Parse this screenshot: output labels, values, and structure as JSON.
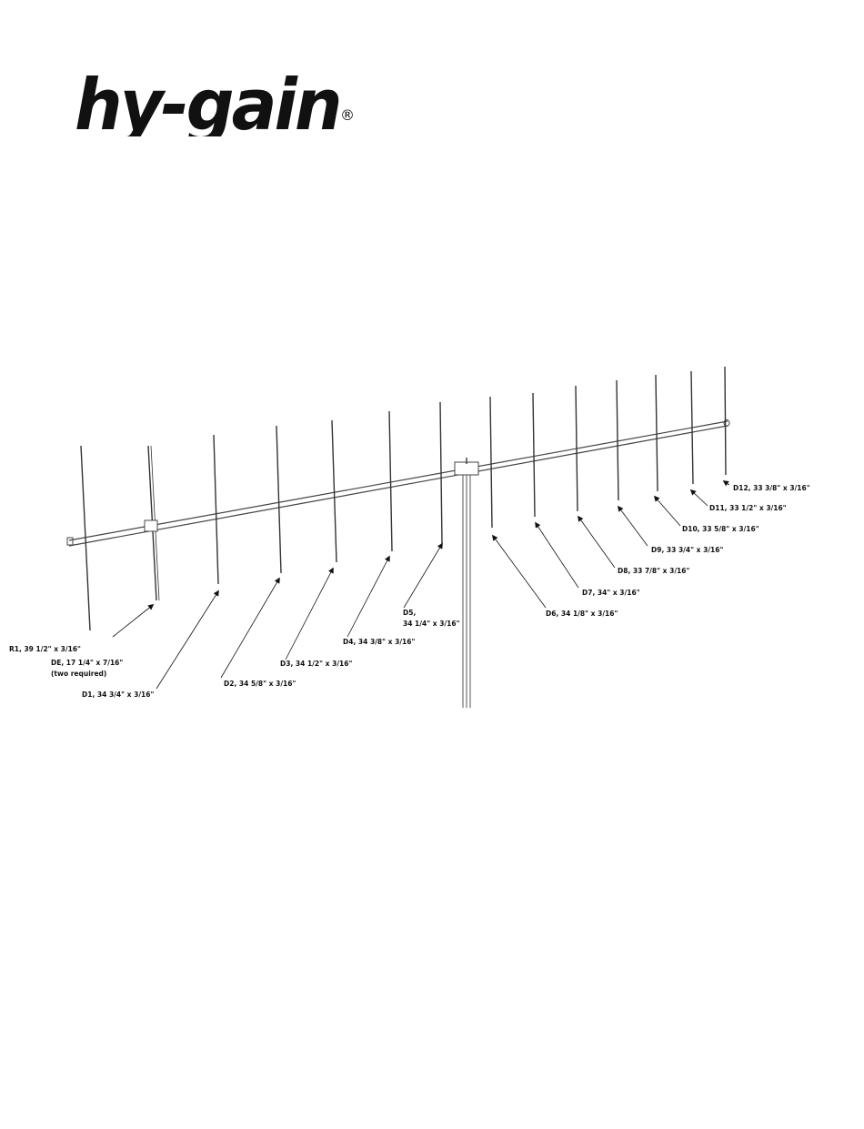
{
  "logo": {
    "text": "hy-gain",
    "registered": "®"
  },
  "diagram": {
    "labels": {
      "r1": "R1, 39 1/2\" x 3/16\"",
      "de": "DE, 17 1/4\" x 7/16\"",
      "de_note": "(two required)",
      "d1": "D1, 34 3/4\" x 3/16\"",
      "d2": "D2, 34 5/8\" x 3/16\"",
      "d3": "D3, 34 1/2\" x 3/16\"",
      "d4": "D4, 34 3/8\" x 3/16\"",
      "d5a": "D5,",
      "d5b": "34 1/4\" x 3/16\"",
      "d6": "D6, 34 1/8\" x 3/16\"",
      "d7": "D7, 34\" x 3/16\"",
      "d8": "D8, 33 7/8\" x 3/16\"",
      "d9": "D9, 33 3/4\" x 3/16\"",
      "d10": "D10, 33 5/8\" x 3/16\"",
      "d11": "D11, 33 1/2\" x 3/16\"",
      "d12": "D12, 33 3/8\" x 3/16\""
    }
  }
}
